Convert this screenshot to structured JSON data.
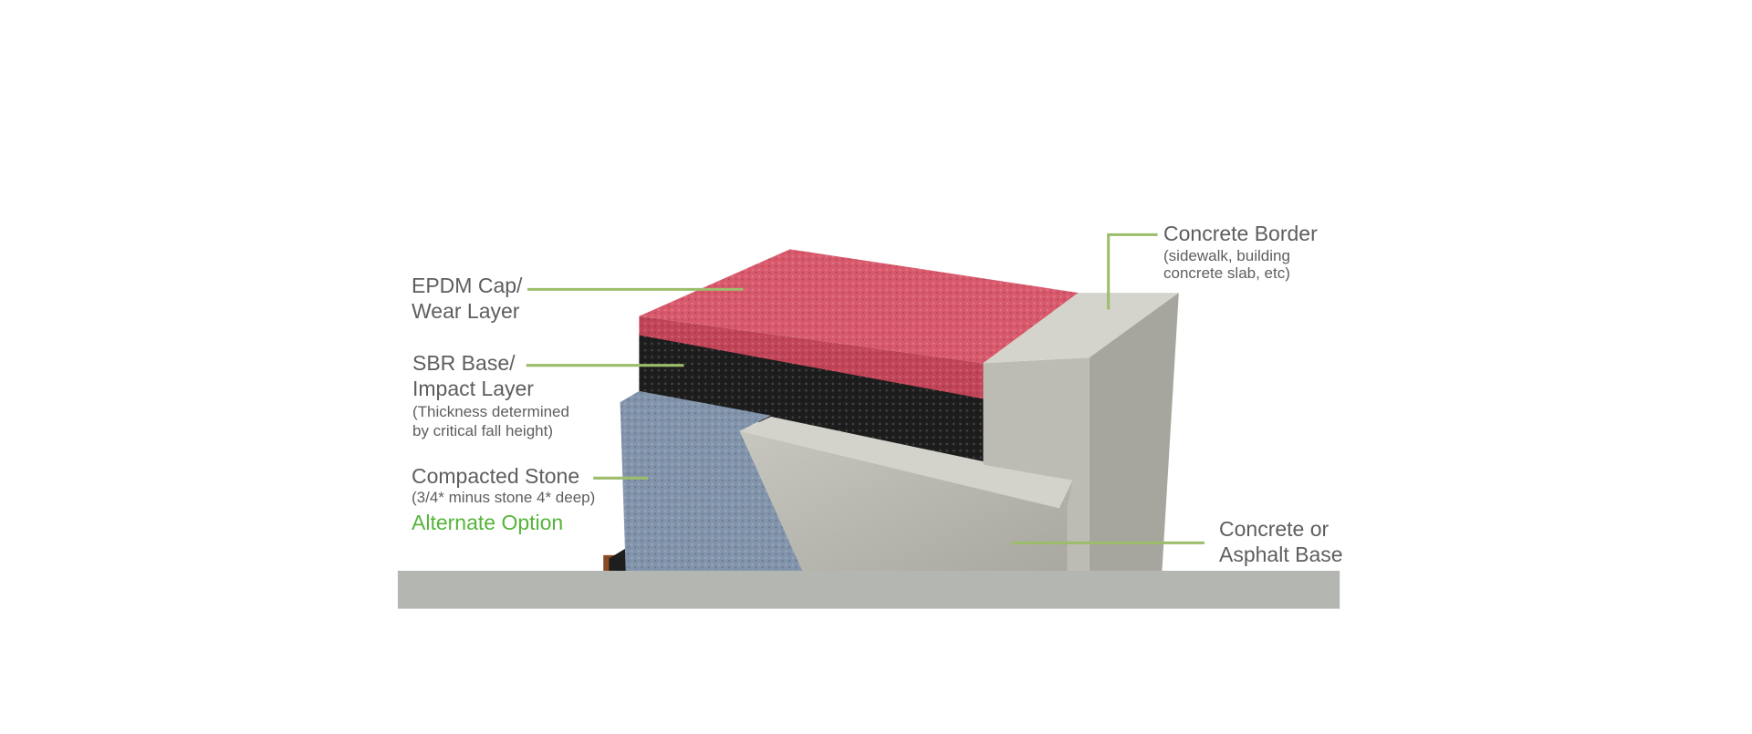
{
  "labels": {
    "epdm": {
      "line1": "EPDM Cap/",
      "line2": "Wear Layer"
    },
    "sbr": {
      "line1": "SBR Base/",
      "line2": "Impact Layer",
      "note1": "(Thickness determined",
      "note2": "by critical fall height)"
    },
    "stone": {
      "line1": "Compacted Stone",
      "note1": "(3/4* minus stone 4* deep)",
      "alternate": "Alternate Option"
    },
    "border": {
      "line1": "Concrete Border",
      "note1": "(sidewalk, building",
      "note2": "concrete slab, etc)"
    },
    "base": {
      "line1": "Concrete or",
      "line2": "Asphalt Base"
    }
  },
  "colors": {
    "text": "#5e5e5e",
    "alternate": "#55b43a",
    "leader": "#9cbd6a",
    "epdm": "#d9566a",
    "sbr": "#1d1d1d",
    "stone": "#7f8fa6",
    "concrete": "#b9b8b0",
    "ground": "#b4b6b2"
  }
}
